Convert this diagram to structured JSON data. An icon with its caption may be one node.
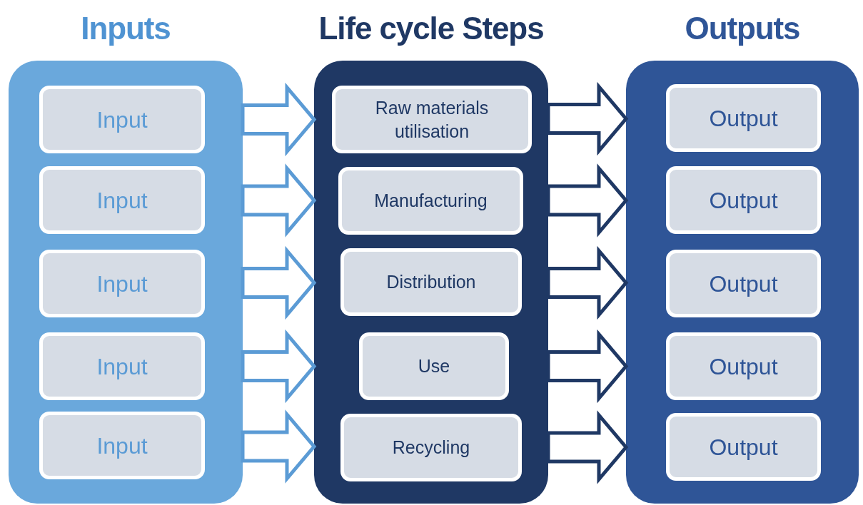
{
  "diagram": {
    "nodes": [
      {
        "text": [
          "Inputs"
        ]
      },
      {
        "text": [
          "Input"
        ],
        "in": 0
      },
      {
        "text": [
          "Input"
        ],
        "in": 0
      },
      {
        "text": [
          "Input"
        ],
        "in": 0
      },
      {
        "text": [
          "Input"
        ],
        "in": 0
      },
      {
        "text": [
          "Input"
        ],
        "in": 0
      },
      {
        "text": [
          "Life cycle Steps"
        ]
      },
      {
        "text": [
          "Raw materials utilisation"
        ],
        "in": 6
      },
      {
        "text": [
          "Manufacturing"
        ],
        "in": 6
      },
      {
        "text": [
          "Distribution"
        ],
        "in": 6
      },
      {
        "text": [
          "Use"
        ],
        "in": 6
      },
      {
        "text": [
          "Recycling"
        ],
        "in": 6
      },
      {
        "text": [
          "Outputs"
        ]
      },
      {
        "text": [
          "Output"
        ],
        "in": 12
      },
      {
        "text": [
          "Output"
        ],
        "in": 12
      },
      {
        "text": [
          "Output"
        ],
        "in": 12
      },
      {
        "text": [
          "Output"
        ],
        "in": 12
      },
      {
        "text": [
          "Output"
        ],
        "in": 12
      }
    ],
    "edges": [
      {
        "from": 1,
        "to": 7,
        "arrow": "to",
        "color": "#5b9bd5"
      },
      {
        "from": 2,
        "to": 8,
        "arrow": "to",
        "color": "#5b9bd5"
      },
      {
        "from": 3,
        "to": 9,
        "arrow": "to",
        "color": "#5b9bd5"
      },
      {
        "from": 4,
        "to": 10,
        "arrow": "to",
        "color": "#5b9bd5"
      },
      {
        "from": 5,
        "to": 11,
        "arrow": "to",
        "color": "#5b9bd5"
      },
      {
        "from": 7,
        "to": 13,
        "arrow": "to",
        "color": "#1f3864"
      },
      {
        "from": 8,
        "to": 14,
        "arrow": "to",
        "color": "#1f3864"
      },
      {
        "from": 9,
        "to": 15,
        "arrow": "to",
        "color": "#1f3864"
      },
      {
        "from": 10,
        "to": 16,
        "arrow": "to",
        "color": "#1f3864"
      },
      {
        "from": 11,
        "to": 17,
        "arrow": "to",
        "color": "#1f3864"
      }
    ]
  }
}
